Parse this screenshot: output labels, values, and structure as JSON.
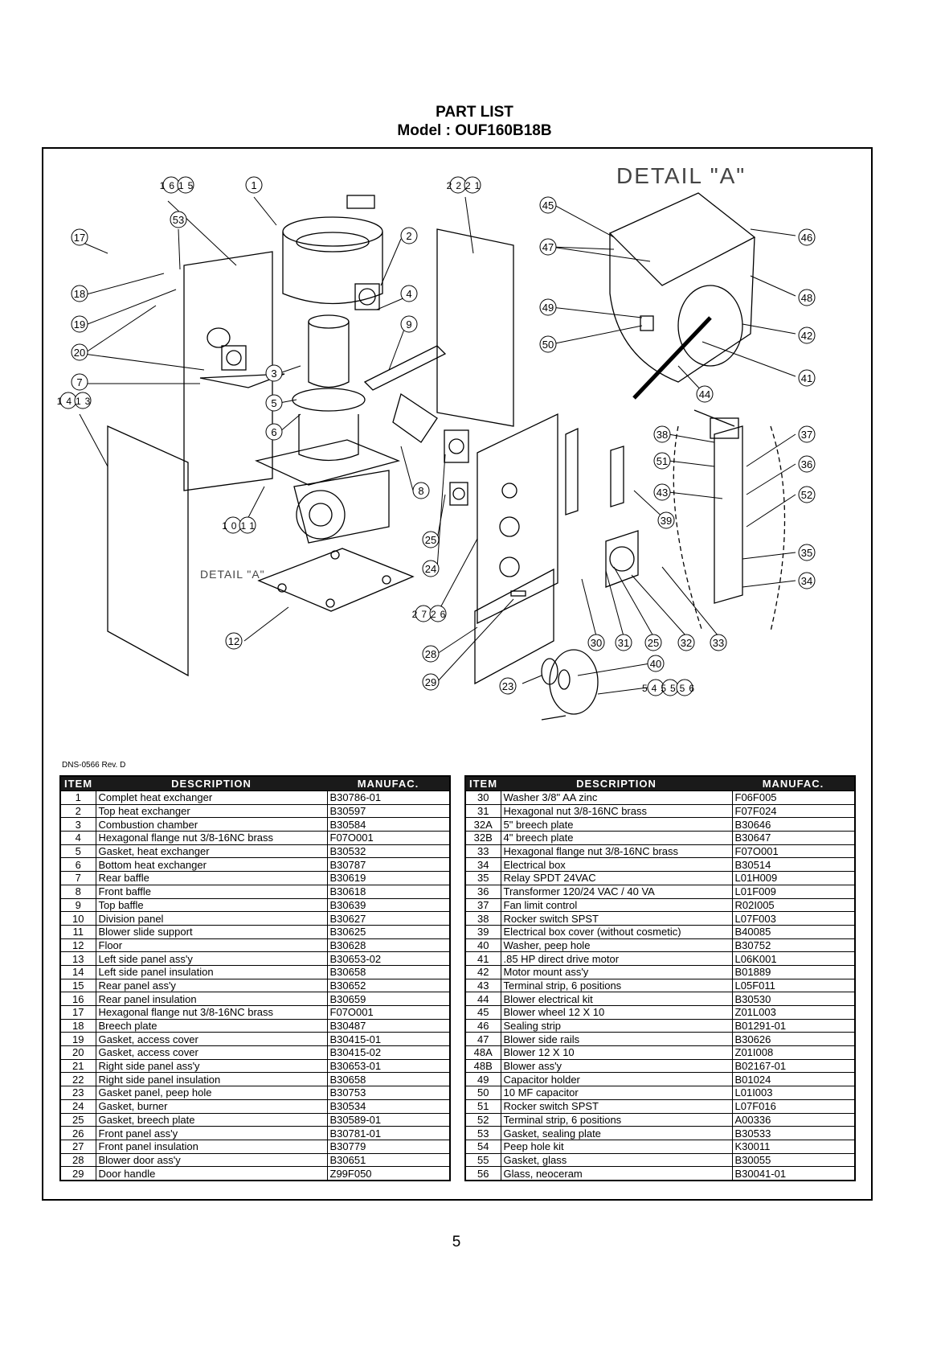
{
  "header": {
    "title": "PART LIST",
    "model": "Model : OUF160B18B"
  },
  "diagram": {
    "detail_title": "DETAIL \"A\"",
    "detail_label": "DETAIL \"A\"",
    "callouts": {
      "c1615": "1615",
      "c1": "1",
      "c2221": "2221",
      "c53": "53",
      "c17": "17",
      "c2": "2",
      "c18": "18",
      "c4": "4",
      "c19": "19",
      "c9": "9",
      "c20": "20",
      "c3": "3",
      "c7": "7",
      "c5": "5",
      "c1413": "1413",
      "c6": "6",
      "c8": "8",
      "c1011": "1011",
      "c12": "12",
      "c25a": "25",
      "c24": "24",
      "c2726": "2726",
      "c28": "28",
      "c29": "29",
      "c23": "23",
      "c30": "30",
      "c31": "31",
      "c25b": "25",
      "c32": "32",
      "c33": "33",
      "c40": "40",
      "c545556": "545556",
      "c45": "45",
      "c46": "46",
      "c47": "47",
      "c48": "48",
      "c49": "49",
      "c42": "42",
      "c50": "50",
      "c41": "41",
      "c44": "44",
      "c38": "38",
      "c37": "37",
      "c51": "51",
      "c36": "36",
      "c43": "43",
      "c52": "52",
      "c39": "39",
      "c35": "35",
      "c34": "34"
    }
  },
  "revision": "DNS-0566 Rev. D",
  "table_headers": {
    "item": "ITEM",
    "description": "DESCRIPTION",
    "manufac": "MANUFAC."
  },
  "parts_left": [
    {
      "item": "1",
      "description": "Complet heat exchanger",
      "manufac": "B30786-01"
    },
    {
      "item": "2",
      "description": "Top heat exchanger",
      "manufac": "B30597"
    },
    {
      "item": "3",
      "description": "Combustion chamber",
      "manufac": "B30584"
    },
    {
      "item": "4",
      "description": "Hexagonal flange nut 3/8-16NC brass",
      "manufac": "F07O001"
    },
    {
      "item": "5",
      "description": "Gasket, heat exchanger",
      "manufac": "B30532"
    },
    {
      "item": "6",
      "description": "Bottom heat exchanger",
      "manufac": "B30787"
    },
    {
      "item": "7",
      "description": "Rear baffle",
      "manufac": "B30619"
    },
    {
      "item": "8",
      "description": "Front baffle",
      "manufac": "B30618"
    },
    {
      "item": "9",
      "description": "Top baffle",
      "manufac": "B30639"
    },
    {
      "item": "10",
      "description": "Division panel",
      "manufac": "B30627"
    },
    {
      "item": "11",
      "description": "Blower slide support",
      "manufac": "B30625"
    },
    {
      "item": "12",
      "description": "Floor",
      "manufac": "B30628"
    },
    {
      "item": "13",
      "description": "Left side panel ass'y",
      "manufac": "B30653-02"
    },
    {
      "item": "14",
      "description": "Left side panel insulation",
      "manufac": "B30658"
    },
    {
      "item": "15",
      "description": "Rear panel ass'y",
      "manufac": "B30652"
    },
    {
      "item": "16",
      "description": "Rear panel insulation",
      "manufac": "B30659"
    },
    {
      "item": "17",
      "description": "Hexagonal flange nut 3/8-16NC brass",
      "manufac": "F07O001"
    },
    {
      "item": "18",
      "description": "Breech plate",
      "manufac": "B30487"
    },
    {
      "item": "19",
      "description": "Gasket, access cover",
      "manufac": "B30415-01"
    },
    {
      "item": "20",
      "description": "Gasket, access cover",
      "manufac": "B30415-02"
    },
    {
      "item": "21",
      "description": "Right side panel ass'y",
      "manufac": "B30653-01"
    },
    {
      "item": "22",
      "description": "Right side panel insulation",
      "manufac": "B30658"
    },
    {
      "item": "23",
      "description": "Gasket panel, peep hole",
      "manufac": "B30753"
    },
    {
      "item": "24",
      "description": "Gasket, burner",
      "manufac": "B30534"
    },
    {
      "item": "25",
      "description": "Gasket, breech plate",
      "manufac": "B30589-01"
    },
    {
      "item": "26",
      "description": "Front panel ass'y",
      "manufac": "B30781-01"
    },
    {
      "item": "27",
      "description": "Front panel insulation",
      "manufac": "B30779"
    },
    {
      "item": "28",
      "description": "Blower door ass'y",
      "manufac": "B30651"
    },
    {
      "item": "29",
      "description": "Door handle",
      "manufac": "Z99F050"
    }
  ],
  "parts_right": [
    {
      "item": "30",
      "description": "Washer 3/8\" AA zinc",
      "manufac": "F06F005"
    },
    {
      "item": "31",
      "description": "Hexagonal nut 3/8-16NC brass",
      "manufac": "F07F024"
    },
    {
      "item": "32A",
      "description": "5\" breech plate",
      "manufac": "B30646"
    },
    {
      "item": "32B",
      "description": "4\" breech plate",
      "manufac": "B30647"
    },
    {
      "item": "33",
      "description": "Hexagonal flange nut 3/8-16NC brass",
      "manufac": "F07O001"
    },
    {
      "item": "34",
      "description": "Electrical box",
      "manufac": "B30514"
    },
    {
      "item": "35",
      "description": "Relay SPDT 24VAC",
      "manufac": "L01H009"
    },
    {
      "item": "36",
      "description": "Transformer 120/24 VAC / 40 VA",
      "manufac": "L01F009"
    },
    {
      "item": "37",
      "description": "Fan limit control",
      "manufac": "R02I005"
    },
    {
      "item": "38",
      "description": "Rocker switch SPST",
      "manufac": "L07F003"
    },
    {
      "item": "39",
      "description": "Electrical box cover  (without cosmetic)",
      "manufac": "B40085"
    },
    {
      "item": "40",
      "description": "Washer, peep hole",
      "manufac": "B30752"
    },
    {
      "item": "41",
      "description": ".85 HP direct drive motor",
      "manufac": "L06K001"
    },
    {
      "item": "42",
      "description": "Motor mount ass'y",
      "manufac": "B01889"
    },
    {
      "item": "43",
      "description": "Terminal strip, 6 positions",
      "manufac": "L05F011"
    },
    {
      "item": "44",
      "description": "Blower electrical kit",
      "manufac": "B30530"
    },
    {
      "item": "45",
      "description": "Blower wheel 12 X 10",
      "manufac": "Z01L003"
    },
    {
      "item": "46",
      "description": "Sealing strip",
      "manufac": "B01291-01"
    },
    {
      "item": "47",
      "description": "Blower side rails",
      "manufac": "B30626"
    },
    {
      "item": "48A",
      "description": "Blower 12 X 10",
      "manufac": "Z01I008"
    },
    {
      "item": "48B",
      "description": "Blower ass'y",
      "manufac": "B02167-01"
    },
    {
      "item": "49",
      "description": "Capacitor holder",
      "manufac": "B01024"
    },
    {
      "item": "50",
      "description": "10 MF capacitor",
      "manufac": "L01I003"
    },
    {
      "item": "51",
      "description": "Rocker switch SPST",
      "manufac": "L07F016"
    },
    {
      "item": "52",
      "description": "Terminal strip, 6 positions",
      "manufac": "A00336"
    },
    {
      "item": "53",
      "description": "Gasket, sealing plate",
      "manufac": "B30533"
    },
    {
      "item": "54",
      "description": "Peep hole kit",
      "manufac": "K30011"
    },
    {
      "item": "55",
      "description": "Gasket, glass",
      "manufac": "B30055"
    },
    {
      "item": "56",
      "description": "Glass, neoceram",
      "manufac": "B30041-01"
    }
  ],
  "page_number": "5"
}
